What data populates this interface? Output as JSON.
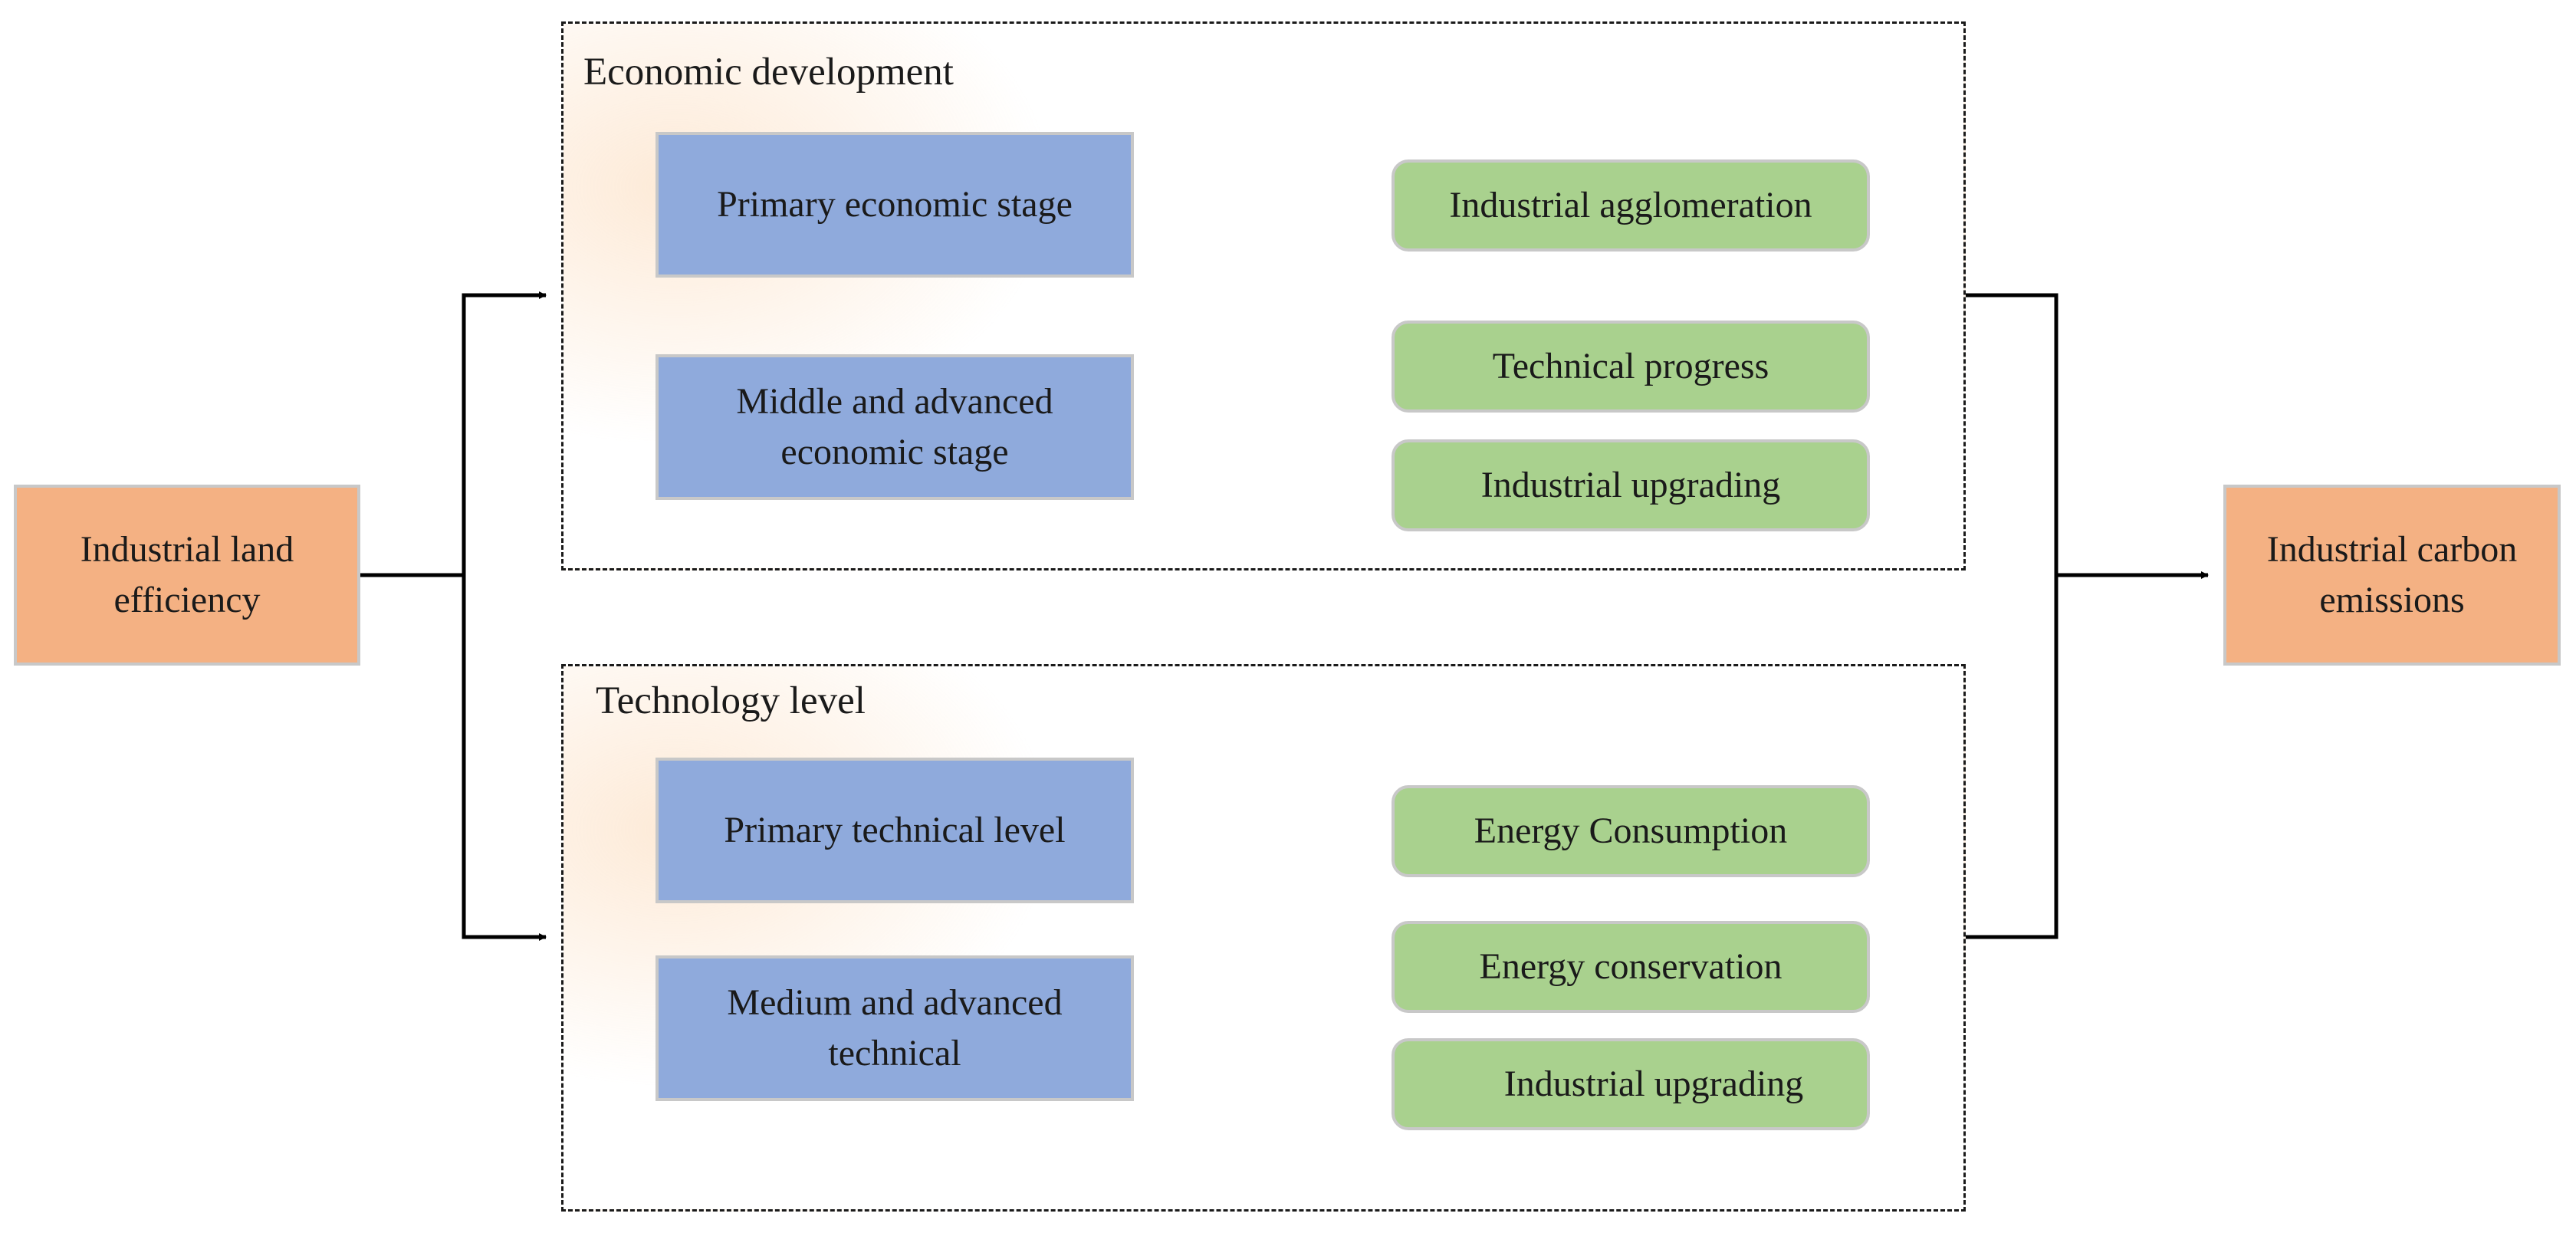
{
  "source_node": {
    "label": "Industrial land efficiency"
  },
  "target_node": {
    "label": "Industrial carbon emissions"
  },
  "groups": [
    {
      "title": "Economic development",
      "stages": [
        {
          "label": "Primary economic stage",
          "effects": [
            "Industrial agglomeration"
          ]
        },
        {
          "label": "Middle and advanced economic stage",
          "effects": [
            "Technical progress",
            "Industrial upgrading"
          ]
        }
      ]
    },
    {
      "title": "Technology level",
      "stages": [
        {
          "label": "Primary technical level",
          "effects": [
            "Energy Consumption"
          ]
        },
        {
          "label": "Medium and advanced technical",
          "effects": [
            "Energy conservation",
            "Industrial upgrading"
          ]
        }
      ]
    }
  ],
  "colors": {
    "source_target_fill": "#f4b183",
    "stage_fill": "#8faadc",
    "effect_fill": "#a9d18e",
    "box_border": "#c8c8c8",
    "line": "#000000"
  }
}
